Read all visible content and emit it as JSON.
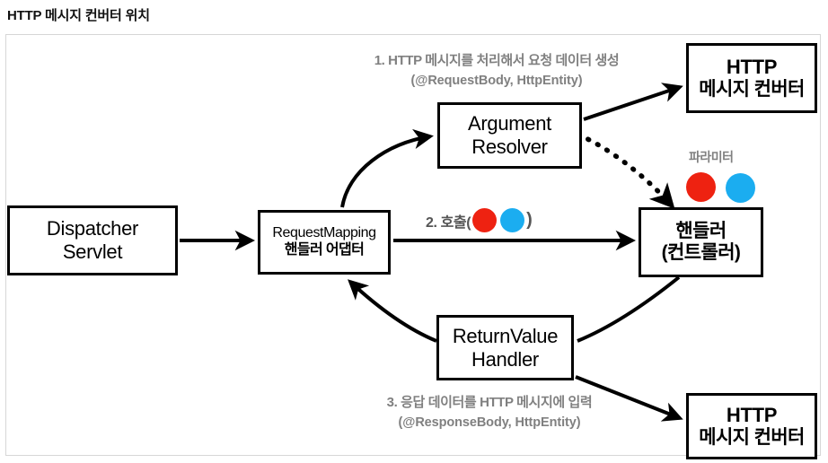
{
  "page": {
    "title": "HTTP 메시지 컨버터 위치"
  },
  "diagram": {
    "type": "flow-diagram",
    "nodes": [
      {
        "id": "dispatcher-servlet",
        "lines": [
          "Dispatcher",
          "Servlet"
        ]
      },
      {
        "id": "requestmapping-handler-adapter",
        "lines": [
          "RequestMapping",
          "핸들러 어댑터"
        ]
      },
      {
        "id": "argument-resolver",
        "lines": [
          "Argument",
          "Resolver"
        ]
      },
      {
        "id": "handler-controller",
        "lines": [
          "핸들러",
          "(컨트롤러)"
        ]
      },
      {
        "id": "returnvalue-handler",
        "lines": [
          "ReturnValue",
          "Handler"
        ]
      },
      {
        "id": "http-message-converter-top",
        "lines": [
          "HTTP",
          "메시지 컨버터"
        ]
      },
      {
        "id": "http-message-converter-bottom",
        "lines": [
          "HTTP",
          "메시지 컨버터"
        ]
      }
    ],
    "annotations": {
      "request": {
        "line1": "1. HTTP 메시지를 처리해서 요청 데이터 생성",
        "line2": "(@RequestBody, HttpEntity)"
      },
      "response": {
        "line1": "3. 응답 데이터를 HTTP 메시지에 입력",
        "line2": "(@ResponseBody, HttpEntity)"
      },
      "parameter_label": "파라미터",
      "call_label": "2. 호출(",
      "call_label_close": ")"
    },
    "colors": {
      "red_dot": "#ee2211",
      "blue_dot": "#1badf0",
      "stroke": "#000000",
      "annotation_text": "#808080",
      "frame_border": "#d6d6d6"
    }
  }
}
